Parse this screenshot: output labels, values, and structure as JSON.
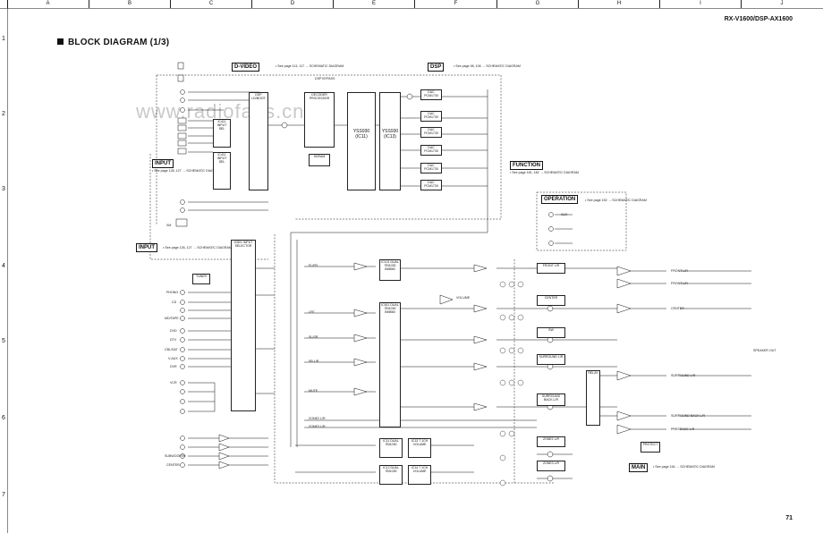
{
  "columns": [
    "A",
    "B",
    "C",
    "D",
    "E",
    "F",
    "G",
    "H",
    "I",
    "J"
  ],
  "rows": [
    "1",
    "2",
    "3",
    "4",
    "5",
    "6",
    "7"
  ],
  "model": "RX-V1600/DSP-AX1600",
  "title": "BLOCK DIAGRAM (1/3)",
  "page_number": "71",
  "watermark": "www.radiofans.cn",
  "sections": {
    "dvideo": "D-VIDEO",
    "dvideo_note": "• See page 113, 117 → SCHEMATIC DIAGRAM",
    "dsp": "DSP",
    "dsp_note": "• See page 98, 106 → SCHEMATIC DIAGRAM",
    "input1": "INPUT",
    "input1_note": "• See page 128, 127 → SCHEMATIC DIAGRAM",
    "input2": "INPUT",
    "input2_note": "• See page 126, 127 → SCHEMATIC DIAGRAM",
    "function": "FUNCTION",
    "function_note": "• See page 181, 182 → SCHEMATIC DIAGRAM",
    "operation": "OPERATION",
    "operation_note": "• See page 152 → SCHEMATIC DIAGRAM",
    "main": "MAIN",
    "main_note": "• See page 164 → SCHEMATIC DIAGRAM"
  },
  "chips": {
    "y1": "YSS930",
    "y1sub": "(IC11)",
    "y2": "YSS930",
    "y2sub": "(IC13)",
    "dec": "DECODER PROCESSOR",
    "sdram": "SDRAM",
    "dsp_ld": "DSP LD/BOOT",
    "ic101": "IC101 DUAL 7BI1030 BMB60",
    "ic611": "IC611 DUAL 7BI1030 BMB60",
    "ic801": "IC801 INPUT SELECTOR",
    "ic411": "IC411 INPUT SEL",
    "ic13": "IC13 7.1CH VOLUME",
    "ic14": "IC14 7.1CH VOLUME",
    "ic11": "IC11 DUAL 7BI1030",
    "ic12": "IC12 DUAL 7BI1030",
    "dac": "DAC PCM1730"
  },
  "labels": {
    "front_lr": "FRONT L/R",
    "front_lr2": "FRONT L/R",
    "center": "CENTER",
    "surround_lr": "SURROUND L/R",
    "surr_back": "SURROUND BACK L/R",
    "presence": "PRESENCE L/R",
    "speaker_out": "SPEAKER OUT",
    "tuner": "TUNER",
    "phono": "PHONO",
    "cd": "CD",
    "md": "MD/TAPE",
    "dvd": "DVD",
    "dtv": "DTV",
    "cbl": "CBL/SAT",
    "vaux": "V-AUX",
    "dvr": "DVR",
    "vcr": "VCR",
    "sub": "SUBWOOFER",
    "cntr": "CENTER",
    "xm": "XM",
    "fl": "FL/FR",
    "lfe": "LFE",
    "sw": "SW",
    "sl": "SL/SR",
    "mute": "MUTE",
    "zone2": "ZONE2 L/R",
    "zone3": "ZONE3 L/R",
    "bypass": "DSP BYPASS",
    "aux": "AUX",
    "vol": "VOLUME",
    "sb": "SB L/R",
    "relay": "RELAY",
    "protect": "PROTECT"
  }
}
